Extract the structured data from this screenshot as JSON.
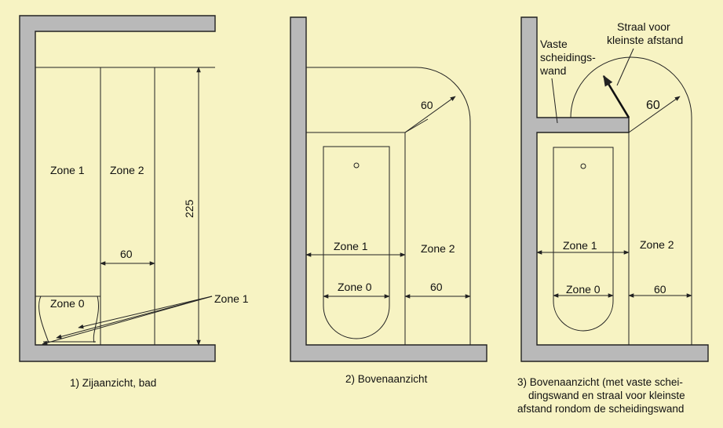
{
  "colors": {
    "background": "#f7f3c3",
    "wall": "#b9b9b9",
    "line": "#222222"
  },
  "view1": {
    "zone1": "Zone 1",
    "zone2": "Zone 2",
    "zone0": "Zone 0",
    "zone1_pointer": "Zone 1",
    "dim_width": "60",
    "dim_height": "225",
    "caption": "1) Zijaanzicht, bad"
  },
  "view2": {
    "zone1": "Zone 1",
    "zone2": "Zone 2",
    "zone0": "Zone 0",
    "radius": "60",
    "dim_width": "60",
    "caption": "2) Bovenaanzicht"
  },
  "view3": {
    "zone1": "Zone 1",
    "zone2": "Zone 2",
    "zone0": "Zone 0",
    "radius": "60",
    "dim_width": "60",
    "wall_label_1": "Vaste",
    "wall_label_2": "scheidings-",
    "wall_label_3": "wand",
    "ray_label_1": "Straal voor",
    "ray_label_2": "kleinste afstand",
    "caption_1": "3) Bovenaanzicht (met vaste schei-",
    "caption_2": "dingswand en straal voor kleinste",
    "caption_3": "afstand rondom de scheidingswand"
  }
}
